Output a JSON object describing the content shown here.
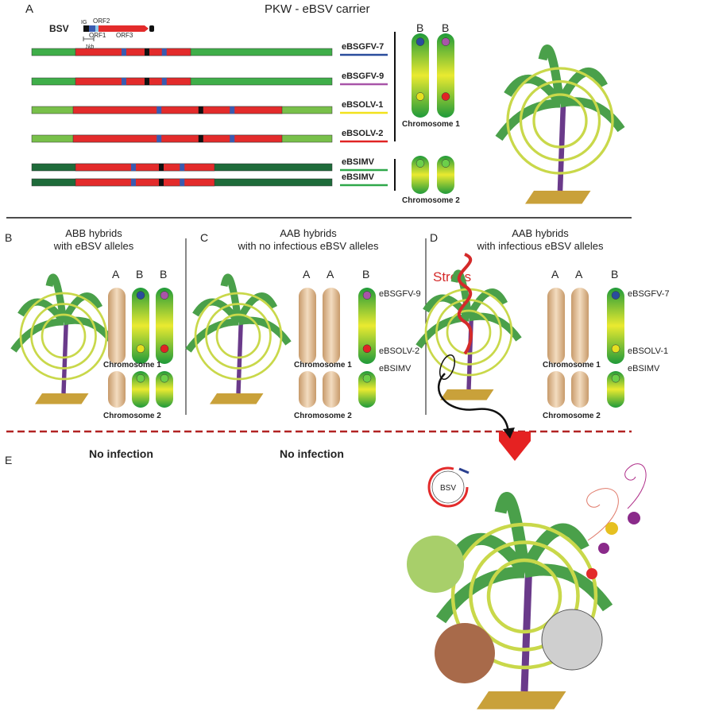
{
  "panelA": {
    "letter": "A",
    "title": "PKW -  eBSV carrier",
    "bsv": {
      "label": "BSV",
      "ig": "IG",
      "orf1": "ORF1",
      "orf2": "ORF2",
      "orf3": "ORF3",
      "scale": "1kb"
    },
    "loci": [
      {
        "name": "eBSGFV-7",
        "color": "#2a4d9c"
      },
      {
        "name": "eBSGFV-9",
        "color": "#a855a8"
      },
      {
        "name": "eBSOLV-1",
        "color": "#f2e21c"
      },
      {
        "name": "eBSOLV-2",
        "color": "#e02424"
      },
      {
        "name": "eBSIMV",
        "color": "#2fa84a"
      },
      {
        "name": "eBSIMV",
        "color": "#2fa84a"
      }
    ],
    "chrom_letters": [
      "B",
      "B"
    ],
    "chrom1": "Chromosome 1",
    "chrom2": "Chromosome 2"
  },
  "panelB": {
    "letter": "B",
    "title1": "ABB hybrids",
    "title2": "with eBSV alleles",
    "letters": [
      "A",
      "B",
      "B"
    ],
    "chrom1": "Chromosome 1",
    "chrom2": "Chromosome 2",
    "result": "No infection"
  },
  "panelC": {
    "letter": "C",
    "title1": "AAB hybrids",
    "title2": "with no infectious eBSV alleles",
    "letters": [
      "A",
      "A",
      "B"
    ],
    "chrom1": "Chromosome 1",
    "chrom2": "Chromosome 2",
    "labels": [
      "eBSGFV-9",
      "eBSOLV-2",
      "eBSIMV"
    ],
    "result": "No infection"
  },
  "panelD": {
    "letter": "D",
    "title1": "AAB hybrids",
    "title2": "with infectious eBSV alleles",
    "stress": "Stress",
    "letters": [
      "A",
      "A",
      "B"
    ],
    "chrom1": "Chromosome 1",
    "chrom2": "Chromosome 2",
    "labels": [
      "eBSGFV-7",
      "eBSOLV-1",
      "eBSIMV"
    ]
  },
  "panelE": {
    "letter": "E",
    "virus": "BSV"
  },
  "colors": {
    "genome_green": "#3fae49",
    "genome_dark": "#1e6b3a",
    "orf_red": "#e32b2b",
    "divider_red": "#b22222"
  }
}
